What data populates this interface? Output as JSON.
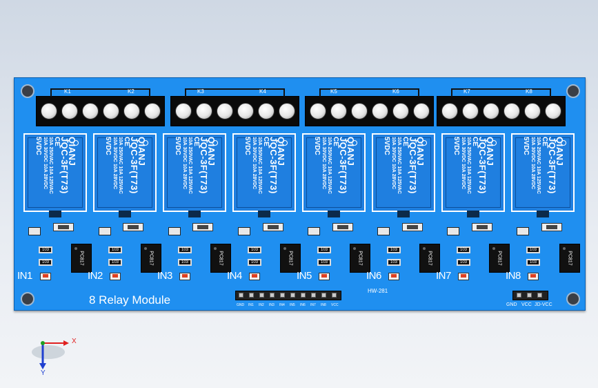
{
  "board": {
    "title": "8 Relay Module",
    "model": "HW-281",
    "terminal_labels": [
      "K1",
      "K2",
      "K3",
      "K4",
      "K5",
      "K6",
      "K7",
      "K8"
    ],
    "relay": {
      "brand": "QIANJ",
      "part": "JQC-3F(T73)",
      "ce": "CE",
      "coil": "5VDC",
      "ratings": [
        "10A 250VAC 10A 125VAC",
        "10A 30VDC 10A 28VDC"
      ]
    },
    "resistor_code": "103",
    "optocoupler": "PC817",
    "inputs": [
      "IN1",
      "IN2",
      "IN3",
      "IN4",
      "IN5",
      "IN6",
      "IN7",
      "IN8"
    ],
    "header_pins": [
      "GND",
      "IN1",
      "IN2",
      "IN3",
      "IN4",
      "IN5",
      "IN6",
      "IN7",
      "IN8",
      "VCC"
    ],
    "power_pins": [
      "GND",
      "VCC",
      "JD-VCC"
    ]
  },
  "axes": {
    "x": "X",
    "y": "Y"
  },
  "colors": {
    "pcb": "#1f8ff0",
    "axis_x": "#e02020",
    "axis_y": "#2040d0",
    "axis_z": "#20a020"
  }
}
